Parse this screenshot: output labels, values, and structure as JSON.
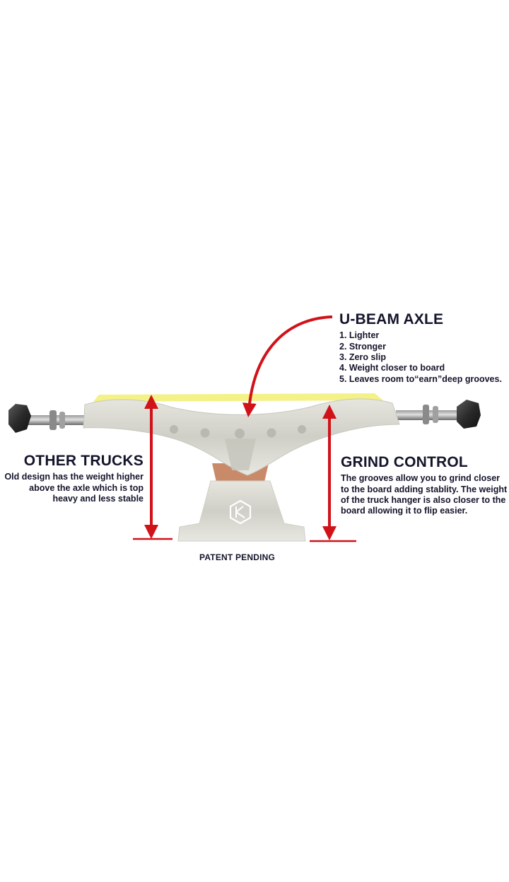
{
  "ubeam": {
    "title": "U-BEAM AXLE",
    "items": [
      "1. Lighter",
      "2. Stronger",
      "3. Zero slip",
      "4. Weight closer to board",
      "5. Leaves room to“earn”deep grooves."
    ]
  },
  "other_trucks": {
    "title": "OTHER TRUCKS",
    "body": "Old design has the weight higher above the axle which is top heavy and less stable"
  },
  "grind_control": {
    "title": "GRIND CONTROL",
    "body": "The grooves allow you to grind closer to the board adding stablity. The weight of the truck hanger is also closer to the board allowing it to flip easier."
  },
  "patent": "PATENT PENDING",
  "colors": {
    "arrow": "#d11219",
    "highlight": "#f3ef7a",
    "truck_metal": "#d8d8d0",
    "truck_shadow": "#b9b9b2",
    "bushing": "#c98a6a",
    "text": "#14142b"
  },
  "icons": {
    "logo": "kg-badge-icon"
  }
}
